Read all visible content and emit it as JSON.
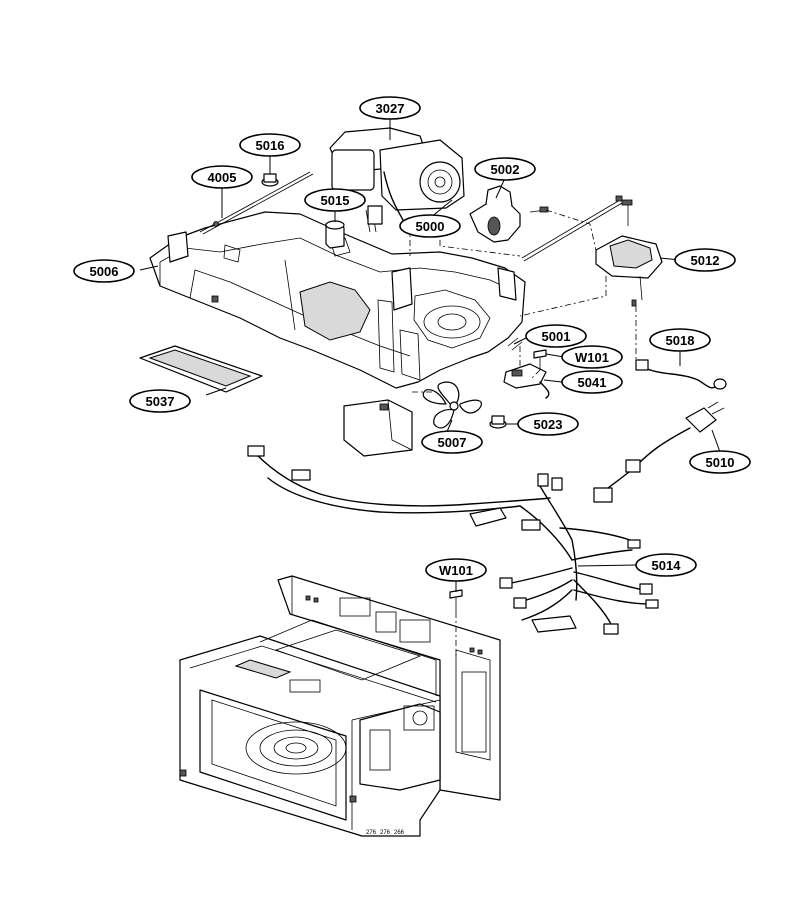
{
  "callouts": [
    {
      "id": "c3027",
      "label": "3027"
    },
    {
      "id": "c5016",
      "label": "5016"
    },
    {
      "id": "c4005",
      "label": "4005"
    },
    {
      "id": "c5015",
      "label": "5015"
    },
    {
      "id": "c5002",
      "label": "5002"
    },
    {
      "id": "c5000",
      "label": "5000"
    },
    {
      "id": "c5006",
      "label": "5006"
    },
    {
      "id": "c5012",
      "label": "5012"
    },
    {
      "id": "c5001",
      "label": "5001"
    },
    {
      "id": "cW101a",
      "label": "W101"
    },
    {
      "id": "c5018",
      "label": "5018"
    },
    {
      "id": "c5041",
      "label": "5041"
    },
    {
      "id": "c5037",
      "label": "5037"
    },
    {
      "id": "c5023",
      "label": "5023"
    },
    {
      "id": "c5007",
      "label": "5007"
    },
    {
      "id": "c5010",
      "label": "5010"
    },
    {
      "id": "c5014",
      "label": "5014"
    },
    {
      "id": "cW101b",
      "label": "W101"
    }
  ],
  "chassis_labels": [
    "276",
    "276",
    "266"
  ]
}
